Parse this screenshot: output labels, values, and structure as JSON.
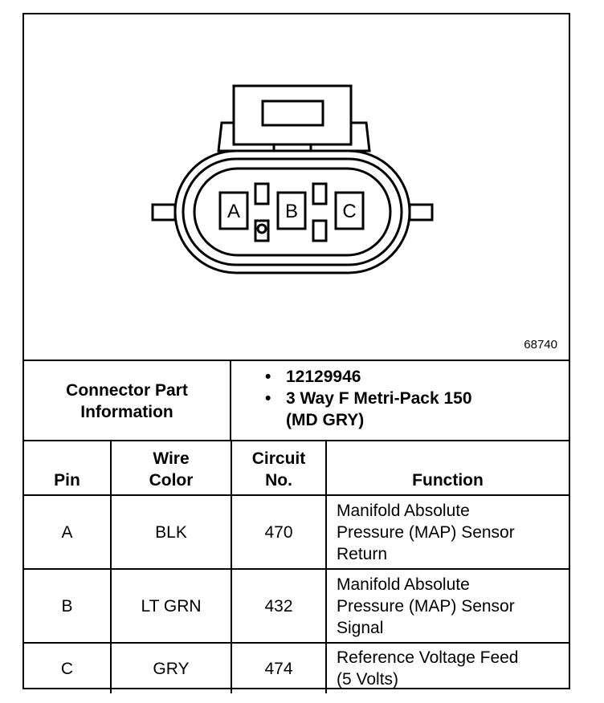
{
  "diagram": {
    "figure_id": "68740",
    "pin_labels": [
      "A",
      "B",
      "C"
    ]
  },
  "connector_info": {
    "label_line1": "Connector Part",
    "label_line2": "Information",
    "items": [
      "12129946",
      "3 Way F Metri-Pack 150",
      "(MD GRY)"
    ]
  },
  "table": {
    "headers": {
      "pin": "Pin",
      "wire_color_line1": "Wire",
      "wire_color_line2": "Color",
      "circuit_line1": "Circuit",
      "circuit_line2": "No.",
      "function": "Function"
    },
    "rows": [
      {
        "pin": "A",
        "wire_color": "BLK",
        "circuit": "470",
        "function_lines": [
          "Manifold Absolute",
          "Pressure (MAP) Sensor",
          "Return"
        ]
      },
      {
        "pin": "B",
        "wire_color": "LT GRN",
        "circuit": "432",
        "function_lines": [
          "Manifold Absolute",
          "Pressure (MAP) Sensor",
          "Signal"
        ]
      },
      {
        "pin": "C",
        "wire_color": "GRY",
        "circuit": "474",
        "function_lines": [
          "Reference Voltage Feed",
          "(5 Volts)"
        ]
      }
    ]
  }
}
